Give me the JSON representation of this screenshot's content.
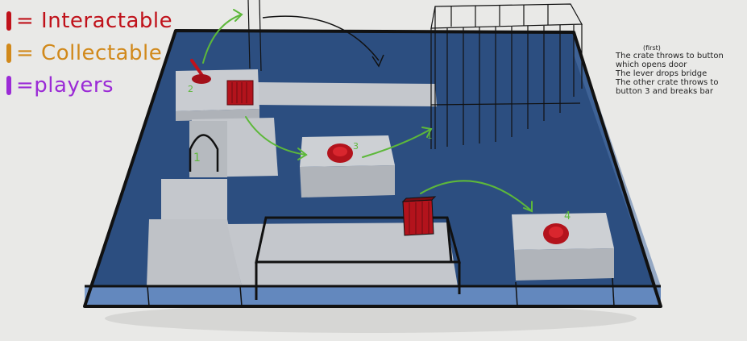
{
  "legend": [
    {
      "label": "= Interactable",
      "color": "#c0121b"
    },
    {
      "label": "= Collectable",
      "color": "#d1891b"
    },
    {
      "label": "=players",
      "color": "#9b2bd6"
    }
  ],
  "notes": {
    "superscript": "(first)",
    "lines": [
      "The crate throws to button",
      "which opens door",
      "The lever drops bridge",
      "The other crate throws to",
      "button 3 and breaks bar"
    ]
  },
  "step_labels": {
    "one_a": "1",
    "one_b": "1",
    "two": "2",
    "three": "3",
    "four": "4"
  },
  "colors": {
    "water": "#2c4e80",
    "platform": "#c4c7cc",
    "platform_side": "#b0b4ba",
    "interactable": "#c0121b",
    "arrow": "#5db83a",
    "outline": "#111111"
  }
}
